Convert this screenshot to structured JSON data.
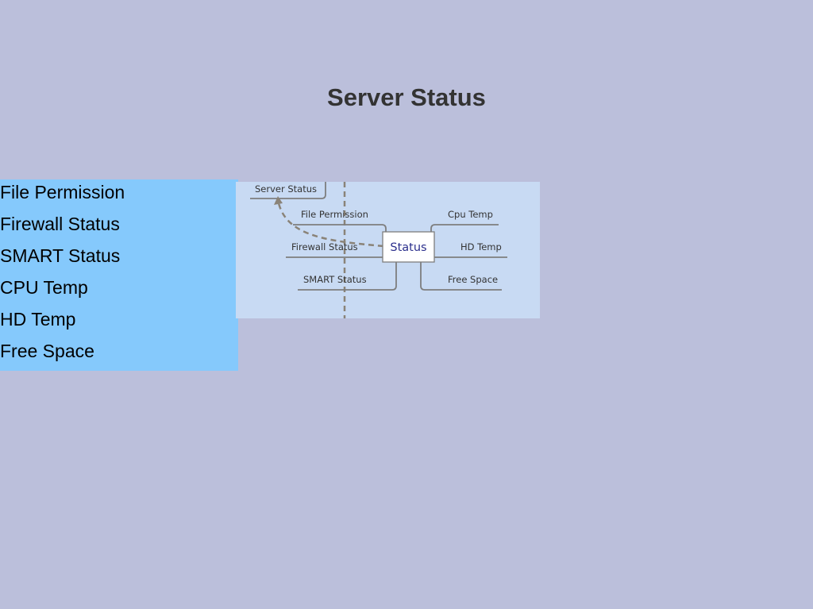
{
  "page": {
    "title": "Server Status"
  },
  "menu": {
    "items": [
      {
        "label": "File Permission"
      },
      {
        "label": "Firewall Status"
      },
      {
        "label": "SMART Status"
      },
      {
        "label": "CPU Temp"
      },
      {
        "label": "HD Temp"
      },
      {
        "label": "Free Space"
      }
    ]
  },
  "diagram": {
    "root_label": "Server Status",
    "center_label": "Status",
    "left_nodes": [
      "File Permission",
      "Firewall Status",
      "SMART  Status"
    ],
    "right_nodes": [
      "Cpu Temp",
      "HD Temp",
      "Free Space"
    ]
  }
}
